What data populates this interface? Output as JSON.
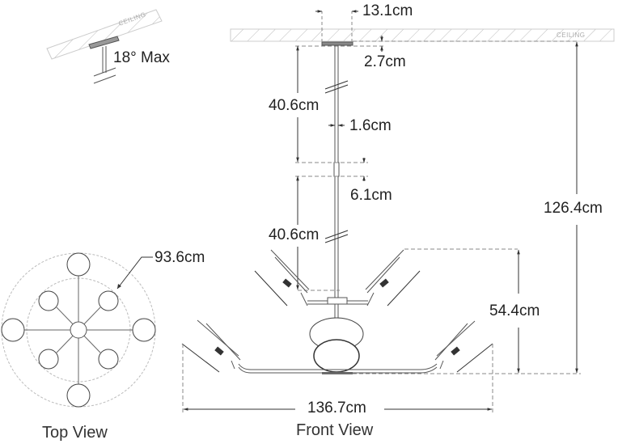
{
  "diagram": {
    "type": "dimension-drawing",
    "subject": "Chandelier with eight adjustable lamp heads",
    "tilt_inset": {
      "ceiling_label": "CEILING",
      "angle_label": "18° Max"
    },
    "front_view": {
      "caption": "Front View",
      "ceiling_label": "CEILING",
      "dimensions": {
        "canopy_width": "13.1cm",
        "canopy_height": "2.7cm",
        "stem_upper_length": "40.6cm",
        "stem_diameter": "1.6cm",
        "coupler_length": "6.1cm",
        "stem_lower_length": "40.6cm",
        "body_height": "54.4cm",
        "overall_height": "126.4cm",
        "overall_width": "136.7cm"
      }
    },
    "top_view": {
      "caption": "Top View",
      "diameter": "93.6cm",
      "lamp_count": 8
    },
    "colors": {
      "line": "#333333",
      "dashed": "#888888",
      "ceiling_hatch": "#bbbbbb",
      "text": "#222222"
    }
  }
}
